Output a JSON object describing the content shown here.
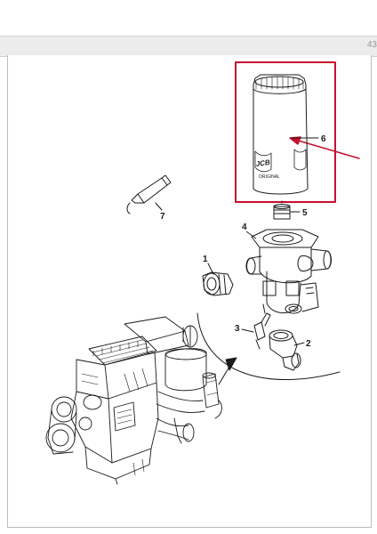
{
  "viewer": {
    "page_indicator": "43"
  },
  "diagram": {
    "callouts": {
      "c1": "1",
      "c2": "2",
      "c3": "3",
      "c4": "4",
      "c5": "5",
      "c6": "6",
      "c7": "7"
    },
    "filter_brand_text": "JCB",
    "highlight_color": "#c8102e",
    "line_color": "#1a1a1a"
  }
}
